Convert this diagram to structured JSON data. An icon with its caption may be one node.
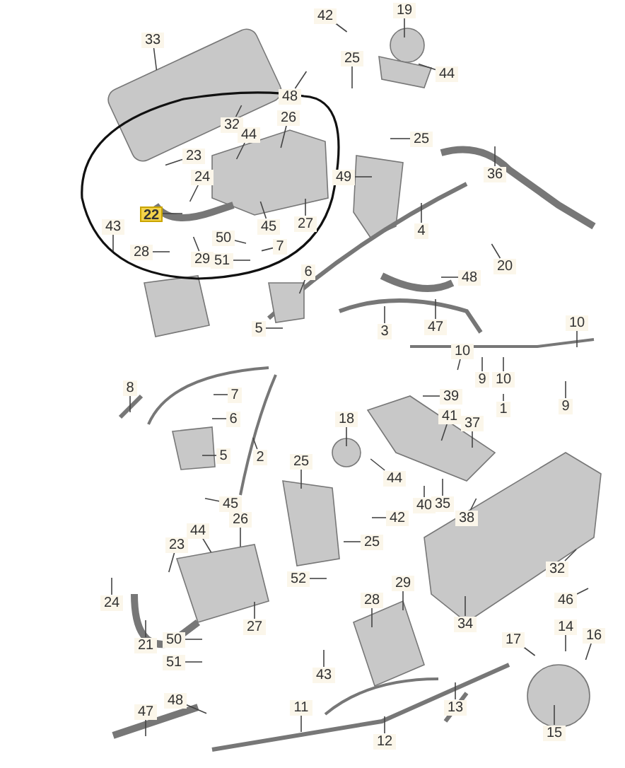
{
  "diagram": {
    "nodes": [
      {
        "text": [
          "42"
        ]
      },
      {
        "text": [
          "19"
        ]
      },
      {
        "text": [
          "33"
        ]
      },
      {
        "text": [
          "25"
        ]
      },
      {
        "text": [
          "44"
        ]
      },
      {
        "text": [
          "48"
        ]
      },
      {
        "text": [
          "26"
        ]
      },
      {
        "text": [
          "32"
        ]
      },
      {
        "text": [
          "44"
        ]
      },
      {
        "text": [
          "25"
        ]
      },
      {
        "text": [
          "23"
        ]
      },
      {
        "text": [
          "36"
        ]
      },
      {
        "text": [
          "49"
        ]
      },
      {
        "text": [
          "24"
        ]
      },
      {
        "text": [
          "22"
        ]
      },
      {
        "text": [
          "27"
        ]
      },
      {
        "text": [
          "45"
        ]
      },
      {
        "text": [
          "43"
        ]
      },
      {
        "text": [
          "4"
        ]
      },
      {
        "text": [
          "50"
        ]
      },
      {
        "text": [
          "7"
        ]
      },
      {
        "text": [
          "28"
        ]
      },
      {
        "text": [
          "29"
        ]
      },
      {
        "text": [
          "51"
        ]
      },
      {
        "text": [
          "20"
        ]
      },
      {
        "text": [
          "6"
        ]
      },
      {
        "text": [
          "48"
        ]
      },
      {
        "text": [
          "5"
        ]
      },
      {
        "text": [
          "47"
        ]
      },
      {
        "text": [
          "3"
        ]
      },
      {
        "text": [
          "10"
        ]
      },
      {
        "text": [
          "10"
        ]
      },
      {
        "text": [
          "9"
        ]
      },
      {
        "text": [
          "10"
        ]
      },
      {
        "text": [
          "8"
        ]
      },
      {
        "text": [
          "7"
        ]
      },
      {
        "text": [
          "39"
        ]
      },
      {
        "text": [
          "1"
        ]
      },
      {
        "text": [
          "9"
        ]
      },
      {
        "text": [
          "37"
        ]
      },
      {
        "text": [
          "41"
        ]
      },
      {
        "text": [
          "6"
        ]
      },
      {
        "text": [
          "18"
        ]
      },
      {
        "text": [
          "5"
        ]
      },
      {
        "text": [
          "2"
        ]
      },
      {
        "text": [
          "25"
        ]
      },
      {
        "text": [
          "44"
        ]
      },
      {
        "text": [
          "45"
        ]
      },
      {
        "text": [
          "40"
        ]
      },
      {
        "text": [
          "35"
        ]
      },
      {
        "text": [
          "26"
        ]
      },
      {
        "text": [
          "42"
        ]
      },
      {
        "text": [
          "38"
        ]
      },
      {
        "text": [
          "44"
        ]
      },
      {
        "text": [
          "23"
        ]
      },
      {
        "text": [
          "25"
        ]
      },
      {
        "text": [
          "32"
        ]
      },
      {
        "text": [
          "52"
        ]
      },
      {
        "text": [
          "29"
        ]
      },
      {
        "text": [
          "28"
        ]
      },
      {
        "text": [
          "24"
        ]
      },
      {
        "text": [
          "46"
        ]
      },
      {
        "text": [
          "34"
        ]
      },
      {
        "text": [
          "27"
        ]
      },
      {
        "text": [
          "17"
        ]
      },
      {
        "text": [
          "14"
        ]
      },
      {
        "text": [
          "16"
        ]
      },
      {
        "text": [
          "50"
        ]
      },
      {
        "text": [
          "21"
        ]
      },
      {
        "text": [
          "51"
        ]
      },
      {
        "text": [
          "43"
        ]
      },
      {
        "text": [
          "48"
        ]
      },
      {
        "text": [
          "13"
        ]
      },
      {
        "text": [
          "47"
        ]
      },
      {
        "text": [
          "11"
        ]
      },
      {
        "text": [
          "15"
        ]
      },
      {
        "text": [
          "12"
        ]
      }
    ],
    "edges": [
      {
        "from": 0,
        "to": null,
        "arrow": "none"
      },
      {
        "from": 1,
        "to": null,
        "arrow": "none"
      },
      {
        "from": 2,
        "to": null,
        "arrow": "none"
      },
      {
        "from": 3,
        "to": null,
        "arrow": "none"
      },
      {
        "from": 4,
        "to": null,
        "arrow": "none"
      },
      {
        "from": 5,
        "to": null,
        "arrow": "none"
      },
      {
        "from": 6,
        "to": null,
        "arrow": "none"
      },
      {
        "from": 7,
        "to": null,
        "arrow": "none"
      },
      {
        "from": 8,
        "to": null,
        "arrow": "none"
      },
      {
        "from": 9,
        "to": null,
        "arrow": "none"
      },
      {
        "from": 10,
        "to": null,
        "arrow": "none"
      },
      {
        "from": 11,
        "to": null,
        "arrow": "none"
      },
      {
        "from": 12,
        "to": null,
        "arrow": "none"
      },
      {
        "from": 13,
        "to": null,
        "arrow": "none"
      },
      {
        "from": 14,
        "to": null,
        "arrow": "none"
      },
      {
        "from": 15,
        "to": null,
        "arrow": "none"
      },
      {
        "from": 16,
        "to": null,
        "arrow": "none"
      },
      {
        "from": 17,
        "to": null,
        "arrow": "none"
      },
      {
        "from": 18,
        "to": null,
        "arrow": "none"
      },
      {
        "from": 19,
        "to": null,
        "arrow": "none"
      },
      {
        "from": 20,
        "to": null,
        "arrow": "none"
      },
      {
        "from": 21,
        "to": null,
        "arrow": "none"
      },
      {
        "from": 22,
        "to": null,
        "arrow": "none"
      },
      {
        "from": 23,
        "to": null,
        "arrow": "none"
      },
      {
        "from": 24,
        "to": null,
        "arrow": "none"
      },
      {
        "from": 25,
        "to": null,
        "arrow": "none"
      },
      {
        "from": 26,
        "to": null,
        "arrow": "none"
      },
      {
        "from": 27,
        "to": null,
        "arrow": "none"
      },
      {
        "from": 28,
        "to": null,
        "arrow": "none"
      },
      {
        "from": 29,
        "to": null,
        "arrow": "none"
      },
      {
        "from": 30,
        "to": null,
        "arrow": "none"
      },
      {
        "from": 31,
        "to": null,
        "arrow": "none"
      },
      {
        "from": 32,
        "to": null,
        "arrow": "none"
      },
      {
        "from": 33,
        "to": null,
        "arrow": "none"
      },
      {
        "from": 34,
        "to": null,
        "arrow": "none"
      },
      {
        "from": 35,
        "to": null,
        "arrow": "none"
      },
      {
        "from": 36,
        "to": null,
        "arrow": "none"
      },
      {
        "from": 37,
        "to": null,
        "arrow": "none"
      },
      {
        "from": 38,
        "to": null,
        "arrow": "none"
      },
      {
        "from": 39,
        "to": null,
        "arrow": "none"
      },
      {
        "from": 40,
        "to": null,
        "arrow": "none"
      },
      {
        "from": 41,
        "to": null,
        "arrow": "none"
      },
      {
        "from": 42,
        "to": null,
        "arrow": "none"
      },
      {
        "from": 43,
        "to": null,
        "arrow": "none"
      },
      {
        "from": 44,
        "to": null,
        "arrow": "none"
      },
      {
        "from": 45,
        "to": null,
        "arrow": "none"
      },
      {
        "from": 46,
        "to": null,
        "arrow": "none"
      },
      {
        "from": 47,
        "to": null,
        "arrow": "none"
      },
      {
        "from": 48,
        "to": null,
        "arrow": "none"
      },
      {
        "from": 49,
        "to": null,
        "arrow": "none"
      },
      {
        "from": 50,
        "to": null,
        "arrow": "none"
      },
      {
        "from": 51,
        "to": null,
        "arrow": "none"
      },
      {
        "from": 52,
        "to": null,
        "arrow": "none"
      },
      {
        "from": 53,
        "to": null,
        "arrow": "none"
      },
      {
        "from": 54,
        "to": null,
        "arrow": "none"
      },
      {
        "from": 55,
        "to": null,
        "arrow": "none"
      },
      {
        "from": 56,
        "to": null,
        "arrow": "none"
      },
      {
        "from": 57,
        "to": null,
        "arrow": "none"
      },
      {
        "from": 58,
        "to": null,
        "arrow": "none"
      },
      {
        "from": 59,
        "to": null,
        "arrow": "none"
      },
      {
        "from": 60,
        "to": null,
        "arrow": "none"
      },
      {
        "from": 61,
        "to": null,
        "arrow": "none"
      },
      {
        "from": 62,
        "to": null,
        "arrow": "none"
      },
      {
        "from": 63,
        "to": null,
        "arrow": "none"
      },
      {
        "from": 64,
        "to": null,
        "arrow": "none"
      },
      {
        "from": 65,
        "to": null,
        "arrow": "none"
      },
      {
        "from": 66,
        "to": null,
        "arrow": "none"
      },
      {
        "from": 67,
        "to": null,
        "arrow": "none"
      },
      {
        "from": 68,
        "to": null,
        "arrow": "none"
      },
      {
        "from": 69,
        "to": null,
        "arrow": "none"
      },
      {
        "from": 70,
        "to": null,
        "arrow": "none"
      },
      {
        "from": 71,
        "to": null,
        "arrow": "none"
      },
      {
        "from": 72,
        "to": null,
        "arrow": "none"
      },
      {
        "from": 73,
        "to": null,
        "arrow": "none"
      },
      {
        "from": 74,
        "to": null,
        "arrow": "none"
      },
      {
        "from": 75,
        "to": null,
        "arrow": "none"
      },
      {
        "from": 76,
        "to": null,
        "arrow": "none"
      }
    ]
  }
}
